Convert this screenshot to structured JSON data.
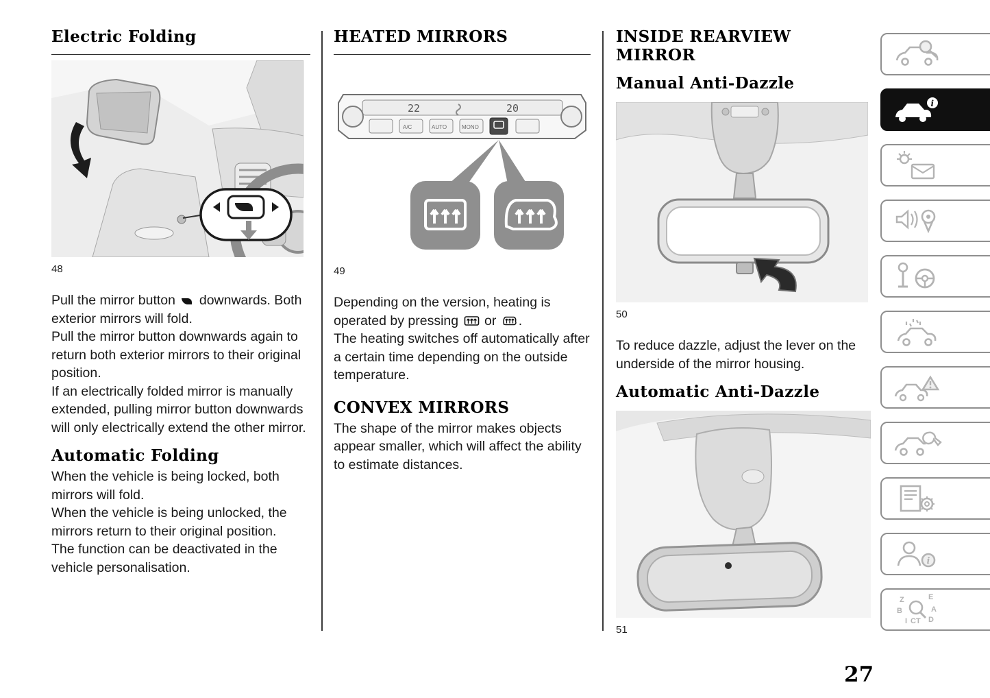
{
  "page": {
    "number": "27"
  },
  "left": {
    "heading": "Electric Folding",
    "figure_caption": "48",
    "p1_before": "Pull the mirror button",
    "p1_after": "downwards. Both exterior mirrors will fold.",
    "p2": "Pull the mirror button downwards again to return both exterior mirrors to their original position.",
    "p3": "If an electrically folded mirror is manually extended, pulling mirror button downwards will only electrically extend the other mirror.",
    "subheading": "Automatic Folding",
    "p4": "When the vehicle is being locked, both mirrors will fold.",
    "p5": "When the vehicle is being unlocked, the mirrors return to their original position.",
    "p6": "The function can be deactivated in the vehicle personalisation."
  },
  "mid": {
    "heading": "HEATED MIRRORS",
    "figure_caption": "49",
    "p1_a": "Depending on the version, heating is operated by pressing",
    "p1_b": "or",
    "p1_c": ".",
    "p2": "The heating switches off automatically after a certain time depending on the outside temperature.",
    "subheading": "CONVEX MIRRORS",
    "p3": "The shape of the mirror makes objects appear smaller, which will affect the ability to estimate distances.",
    "panel": {
      "temp_left": "22",
      "temp_right": "20",
      "btn1": "A/C",
      "btn2": "AUTO",
      "btn3": "MONO"
    }
  },
  "right": {
    "heading": "INSIDE REARVIEW MIRROR",
    "subheading1": "Manual Anti-Dazzle",
    "figure_caption1": "50",
    "p1": "To reduce dazzle, adjust the lever on the underside of the mirror housing.",
    "subheading2": "Automatic Anti-Dazzle",
    "figure_caption2": "51"
  },
  "sidebar": {
    "active_index": 1,
    "items": [
      {
        "icon": "car-search-icon"
      },
      {
        "icon": "instrument-panel-info-icon"
      },
      {
        "icon": "warning-lights-message-icon"
      },
      {
        "icon": "multimedia-location-icon"
      },
      {
        "icon": "starting-driving-icon"
      },
      {
        "icon": "car-care-icon"
      },
      {
        "icon": "emergency-triangle-icon"
      },
      {
        "icon": "maintenance-wrench-icon"
      },
      {
        "icon": "technical-data-icon"
      },
      {
        "icon": "driver-info-icon"
      },
      {
        "icon": "alphabetical-index-icon"
      }
    ],
    "index_letters": [
      "Z",
      "E",
      "B",
      "A",
      "I",
      "C",
      "T",
      "D"
    ]
  }
}
